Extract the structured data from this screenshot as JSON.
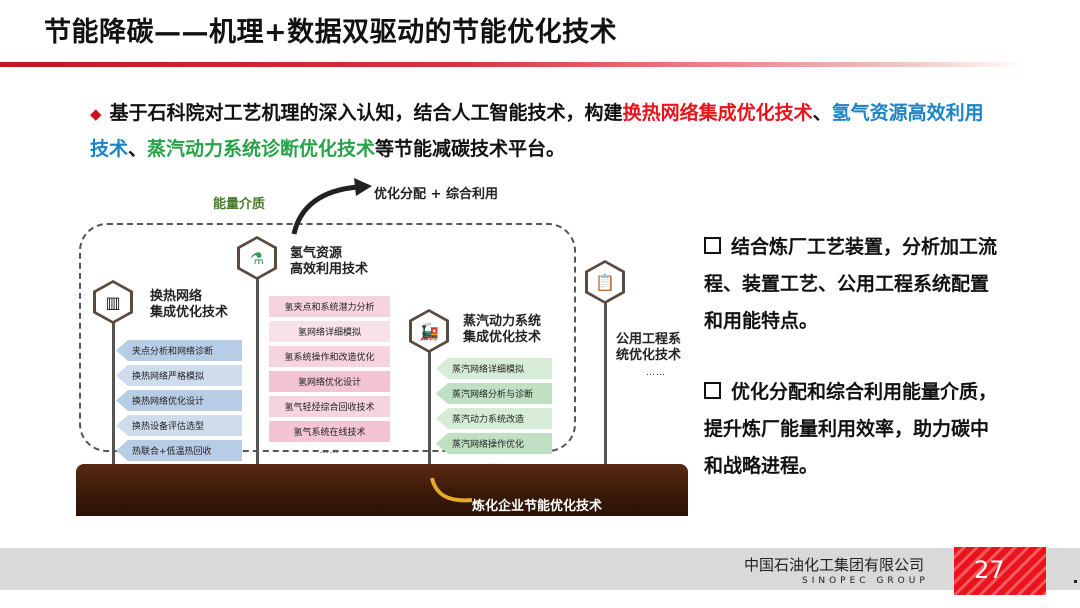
{
  "title": "节能降碳——机理+数据双驱动的节能优化技术",
  "intro": {
    "bullet": "◆",
    "part1": "基于石科院对工艺机理的深入认知，结合人工智能技术，构建",
    "tech1": "换热网络集成优化技术",
    "sep1": "、",
    "tech2": "氢气资源高效利用技术",
    "sep2": "、",
    "tech3": "蒸汽动力系统诊断优化技术",
    "part2": "等节能减碳技术平台。"
  },
  "diagram": {
    "medium_label": "能量介质",
    "optimize_label": "优化分配 + 综合利用",
    "ground_label": "炼化企业节能优化技术",
    "heat_network": {
      "title_line1": "换热网络",
      "title_line2": "集成优化技术",
      "icon": "heat-exchanger-icon",
      "items": [
        "夹点分析和网络诊断",
        "换热网络严格模拟",
        "换热网络优化设计",
        "换热设备评估选型",
        "热联合+低温热回收"
      ],
      "more": "……"
    },
    "hydrogen": {
      "title_line1": "氢气资源",
      "title_line2": "高效利用技术",
      "icon": "lab-flask-icon",
      "items": [
        "氢夹点和系统潜力分析",
        "氢网络详细模拟",
        "氢系统操作和改造优化",
        "氢网络优化设计",
        "氢气轻烃综合回收技术",
        "氢气系统在线技术"
      ],
      "more": "……"
    },
    "steam": {
      "title_line1": "蒸汽动力系统",
      "title_line2": "集成优化技术",
      "icon": "steam-train-icon",
      "items": [
        "蒸汽网络详细模拟",
        "蒸汽网络分析与诊断",
        "蒸汽动力系统改造",
        "蒸汽网络操作优化"
      ],
      "more": "……"
    },
    "utility": {
      "title_line1": "公用工程系",
      "title_line2": "统优化技术",
      "icon": "checklist-icon",
      "more": "……"
    }
  },
  "right_points": [
    {
      "marker": "□",
      "text": "结合炼厂工艺装置，分析加工流程、装置工艺、公用工程系统配置和用能特点。"
    },
    {
      "marker": "□",
      "text": "优化分配和综合利用能量介质，提升炼厂能量利用效率，助力碳中和战略进程。"
    }
  ],
  "footer": {
    "company_cn": "中国石油化工集团有限公司",
    "company_en": "SINOPEC GROUP",
    "page": "27"
  },
  "colors": {
    "brand_red": "#c8141b",
    "highlight_red": "#e8131b",
    "highlight_blue": "#1c83c6",
    "highlight_green": "#28a24a"
  }
}
